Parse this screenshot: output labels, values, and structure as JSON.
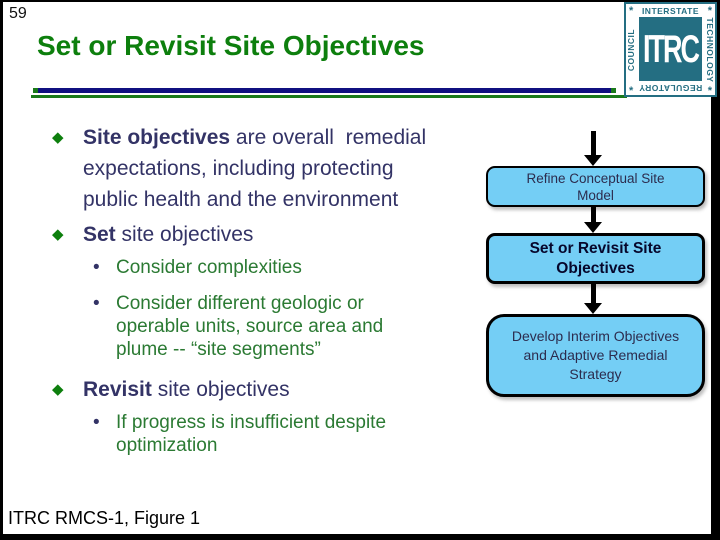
{
  "slide": {
    "number": "59",
    "title": "Set or Revisit Site Objectives",
    "footer": "ITRC RMCS-1, Figure 1"
  },
  "glyphs": {
    "diamond": "◆",
    "dot": "•",
    "star": "*"
  },
  "content": {
    "bullets": [
      {
        "lead": "Site objectives",
        "rest": " are overall  remedial",
        "cont": [
          "expectations, including protecting",
          "public health and the environment"
        ],
        "subs": []
      },
      {
        "lead": "Set",
        "rest": " site objectives",
        "cont": [],
        "subs": [
          {
            "lines": [
              "Consider complexities"
            ]
          },
          {
            "lines": [
              "Consider different geologic or",
              "operable units, source area and",
              "plume -- “site segments”"
            ]
          }
        ]
      },
      {
        "lead": "Revisit",
        "rest": " site objectives",
        "cont": [],
        "subs": [
          {
            "lines": [
              "If progress is insufficient despite",
              "optimization"
            ]
          }
        ]
      }
    ]
  },
  "flowchart": {
    "box_fill": "#74cef5",
    "boxes": [
      {
        "lines": [
          "Refine Conceptual Site",
          "Model"
        ],
        "current": false
      },
      {
        "lines": [
          "Set or Revisit Site",
          "Objectives"
        ],
        "current": true
      },
      {
        "lines": [
          "Develop Interim Objectives",
          "and Adaptive Remedial",
          "Strategy"
        ],
        "current": false
      }
    ]
  },
  "logo": {
    "top": "INTERSTATE",
    "right": "TECHNOLOGY",
    "bottom": "REGULATORY",
    "left": "COUNCIL",
    "center": "ITRC"
  },
  "colors": {
    "title_green": "#0d7f0d",
    "body_navy": "#333366",
    "sub_green": "#2b7a33",
    "rule_navy": "#101080",
    "rule_green": "#1a7a1a",
    "box_fill": "#74cef5",
    "logo_teal": "#246e82"
  }
}
